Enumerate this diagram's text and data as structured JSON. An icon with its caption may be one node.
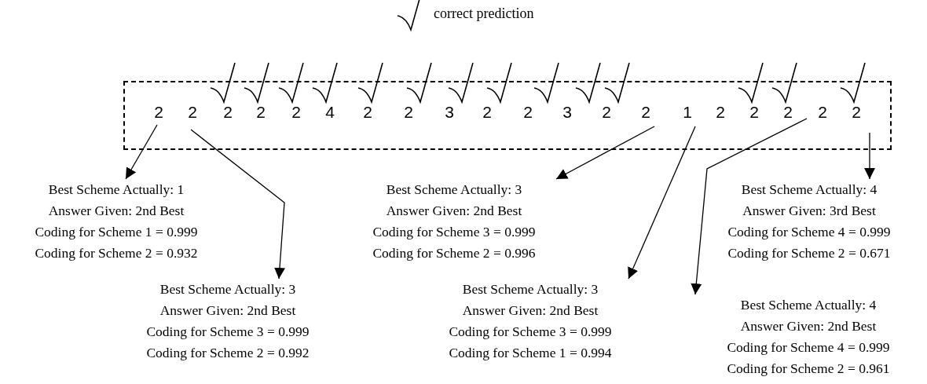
{
  "diagram": {
    "nodes": [
      {
        "text": [],
        "shape": "box"
      },
      {
        "text": [
          "2"
        ],
        "in": 0
      },
      {
        "text": [
          "2"
        ],
        "in": 0
      },
      {
        "text": [
          "2"
        ],
        "in": 0
      },
      {
        "text": [
          "2"
        ],
        "in": 0
      },
      {
        "text": [
          "2"
        ],
        "in": 0
      },
      {
        "text": [
          "4"
        ],
        "in": 0
      },
      {
        "text": [
          "2"
        ],
        "in": 0
      },
      {
        "text": [
          "2"
        ],
        "in": 0
      },
      {
        "text": [
          "3"
        ],
        "in": 0
      },
      {
        "text": [
          "2"
        ],
        "in": 0
      },
      {
        "text": [
          "2"
        ],
        "in": 0
      },
      {
        "text": [
          "3"
        ],
        "in": 0
      },
      {
        "text": [
          "2"
        ],
        "in": 0
      },
      {
        "text": [
          "2"
        ],
        "in": 0
      },
      {
        "text": [
          "1"
        ],
        "in": 0
      },
      {
        "text": [
          "2"
        ],
        "in": 0
      },
      {
        "text": [
          "2"
        ],
        "in": 0
      },
      {
        "text": [
          "2"
        ],
        "in": 0
      },
      {
        "text": [
          "2"
        ],
        "in": 0
      },
      {
        "text": [
          "2"
        ],
        "in": 0
      },
      {
        "text": [
          "Best Scheme Actually: 1",
          "Answer Given: 2nd Best",
          "Coding for Scheme 1 = 0.999",
          "Coding for Scheme 2 = 0.932"
        ]
      },
      {
        "text": [
          "Best Scheme Actually: 3",
          "Answer Given: 2nd Best",
          "Coding for Scheme 3 = 0.999",
          "Coding for Scheme 2 = 0.996"
        ]
      },
      {
        "text": [
          "Best Scheme Actually: 4",
          "Answer Given: 3rd Best",
          "Coding for Scheme 4 = 0.999",
          "Coding for Scheme 2 = 0.671"
        ]
      },
      {
        "text": [
          "Best Scheme Actually: 3",
          "Answer Given: 2nd Best",
          "Coding for Scheme 3 = 0.999",
          "Coding for Scheme 2 = 0.992"
        ]
      },
      {
        "text": [
          "Best Scheme Actually: 3",
          "Answer Given: 2nd Best",
          "Coding for Scheme 3 = 0.999",
          "Coding for Scheme 1 = 0.994"
        ]
      },
      {
        "text": [
          "Best Scheme Actually: 4",
          "Answer Given: 2nd Best",
          "Coding for Scheme 4 = 0.999",
          "Coding for Scheme 2 = 0.961"
        ]
      }
    ],
    "edges": [
      {
        "from": 1,
        "to": 21,
        "arrow": "to"
      },
      {
        "from": 2,
        "to": 24,
        "arrow": "to"
      },
      {
        "from": 14,
        "to": 22,
        "arrow": "to"
      },
      {
        "from": 15,
        "to": 25,
        "arrow": "to"
      },
      {
        "from": 19,
        "to": 26,
        "arrow": "to"
      },
      {
        "from": 20,
        "to": 23,
        "arrow": "to"
      }
    ],
    "legend": [
      {
        "text": "correct prediction"
      }
    ]
  }
}
